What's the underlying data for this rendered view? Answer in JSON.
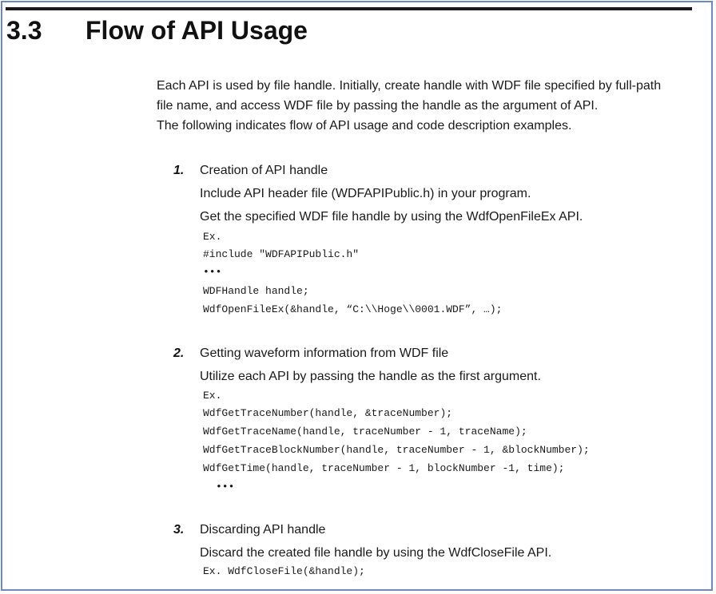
{
  "section": {
    "number": "3.3",
    "title": "Flow of API Usage"
  },
  "intro": {
    "lines": [
      "Each API is used by file handle. Initially, create handle with WDF file specified by full-path",
      "file name, and access WDF file by passing the handle as the argument of API.",
      "The following indicates flow of API usage and code description examples."
    ]
  },
  "steps": [
    {
      "number": "1.",
      "title": "Creation of API handle",
      "text": [
        "Include API header file (WDFAPIPublic.h) in your program.",
        "Get the specified WDF file handle by using the WdfOpenFileEx API."
      ],
      "code": [
        "Ex.",
        "#include \"WDFAPIPublic.h\"",
        "•••",
        "WDFHandle handle;",
        "WdfOpenFileEx(&handle, “C:\\\\Hoge\\\\0001.WDF”, …);"
      ]
    },
    {
      "number": "2.",
      "title": "Getting waveform information from WDF file",
      "text": [
        "Utilize each API by passing the handle as the first argument."
      ],
      "code": [
        "Ex.",
        "WdfGetTraceNumber(handle, &traceNumber);",
        "WdfGetTraceName(handle, traceNumber - 1, traceName);",
        "WdfGetTraceBlockNumber(handle, traceNumber - 1, &blockNumber);",
        "WdfGetTime(handle, traceNumber - 1, blockNumber -1, time);",
        "•••"
      ]
    },
    {
      "number": "3.",
      "title": "Discarding API handle",
      "text": [
        "Discard the created file handle by using the WdfCloseFile API."
      ],
      "code": [
        "Ex. WdfCloseFile(&handle);"
      ]
    }
  ]
}
